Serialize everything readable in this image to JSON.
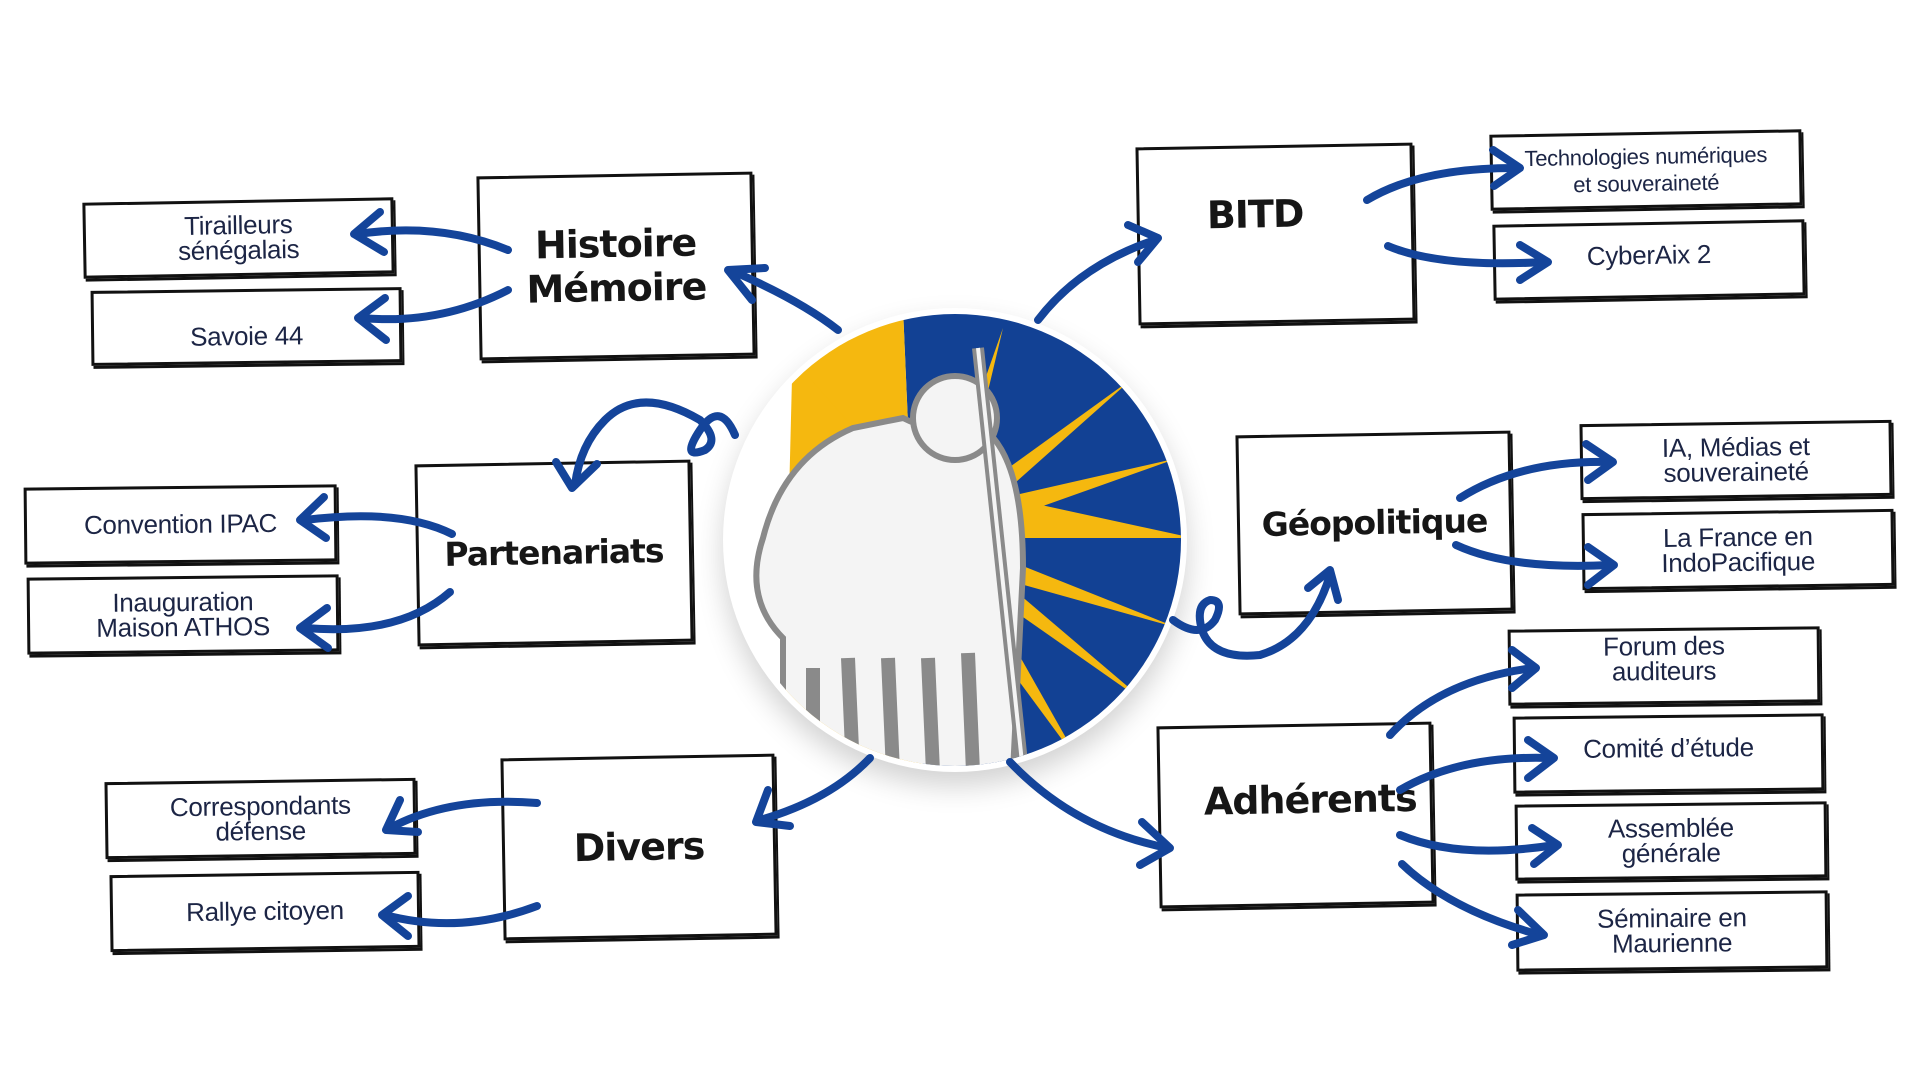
{
  "colors": {
    "arrow": "#14449a",
    "logo_blue": "#124194",
    "logo_yellow": "#f5b80f",
    "figure_gray": "#8a8a8a",
    "box_border": "#111111",
    "main_text": "#161616",
    "leaf_text": "#1c2545"
  },
  "center": {
    "icon": "athena-logo-icon"
  },
  "branches": [
    {
      "id": "histoire",
      "label_line1": "Histoire",
      "label_line2": "Mémoire",
      "children": [
        "Tirailleurs sénégalais",
        "Savoie 44"
      ]
    },
    {
      "id": "partenariats",
      "label_line1": "Partenariats",
      "children": [
        "Convention IPAC",
        "Inauguration Maison ATHOS"
      ]
    },
    {
      "id": "divers",
      "label_line1": "Divers",
      "children": [
        "Correspondants défense",
        "Rallye citoyen"
      ]
    },
    {
      "id": "bitd",
      "label_line1": "BITD",
      "children": [
        "Technologies numériques et souveraineté",
        "CyberAix 2"
      ]
    },
    {
      "id": "geopolitique",
      "label_line1": "Géopolitique",
      "children": [
        "IA, Médias et souveraineté",
        "La France en IndoPacifique"
      ]
    },
    {
      "id": "adherents",
      "label_line1": "Adhérents",
      "children": [
        "Forum des auditeurs",
        "Comité d’étude",
        "Assemblée générale",
        "Séminaire en Maurienne"
      ]
    }
  ],
  "leaves": {
    "tirailleurs": {
      "l1": "Tirailleurs",
      "l2": "sénégalais"
    },
    "savoie": {
      "l1": "Savoie 44"
    },
    "ipac": {
      "l1": "Convention IPAC"
    },
    "athos": {
      "l1": "Inauguration",
      "l2": "Maison ATHOS"
    },
    "correspondants": {
      "l1": "Correspondants",
      "l2": "défense"
    },
    "rallye": {
      "l1": "Rallye citoyen"
    },
    "tech": {
      "l1": "Technologies numériques",
      "l2": "et souveraineté"
    },
    "cyber": {
      "l1": "CyberAix 2"
    },
    "ia": {
      "l1": "IA, Médias et",
      "l2": "souveraineté"
    },
    "france": {
      "l1": "La France en",
      "l2": "IndoPacifique"
    },
    "forum": {
      "l1": "Forum des",
      "l2": "auditeurs"
    },
    "comite": {
      "l1": "Comité d’étude"
    },
    "assemblee": {
      "l1": "Assemblée",
      "l2": "générale"
    },
    "seminaire": {
      "l1": "Séminaire en",
      "l2": "Maurienne"
    }
  }
}
